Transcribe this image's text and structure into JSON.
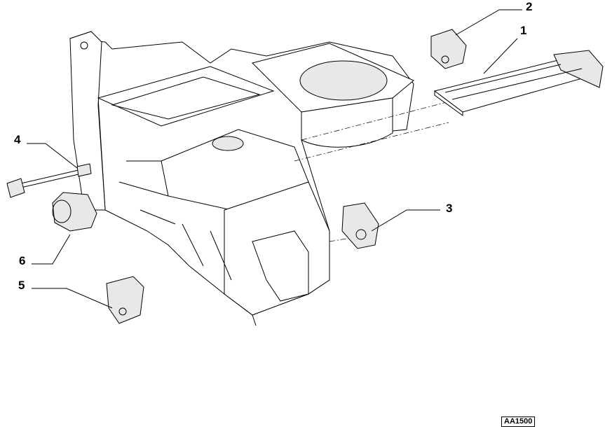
{
  "diagram": {
    "callouts": [
      "1",
      "2",
      "3",
      "4",
      "5",
      "6"
    ],
    "reference_code": "AA1500"
  }
}
